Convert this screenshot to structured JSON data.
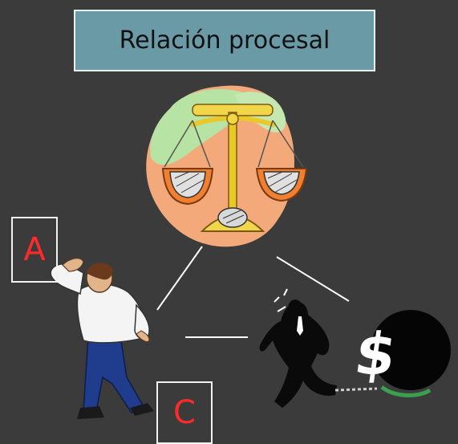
{
  "title": "Relación procesal",
  "labels": {
    "a": "A",
    "c": "C"
  },
  "money_symbol": "$",
  "icons": {
    "judge": "scales-of-justice-icon",
    "party_a": "thinking-man-icon",
    "party_c": "chained-man-with-money-ball-icon"
  },
  "colors": {
    "background": "#3b3b3b",
    "title_fill": "#6b9aa7",
    "label_text": "#ff2a2a",
    "lines": "#ffffff"
  }
}
